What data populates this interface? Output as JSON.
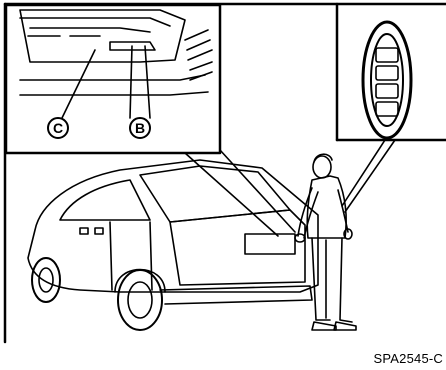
{
  "figure": {
    "code": "SPA2545-C",
    "callouts": [
      {
        "letter": "C"
      },
      {
        "letter": "B"
      }
    ]
  },
  "colors": {
    "ink": "#000000",
    "paper": "#ffffff"
  }
}
